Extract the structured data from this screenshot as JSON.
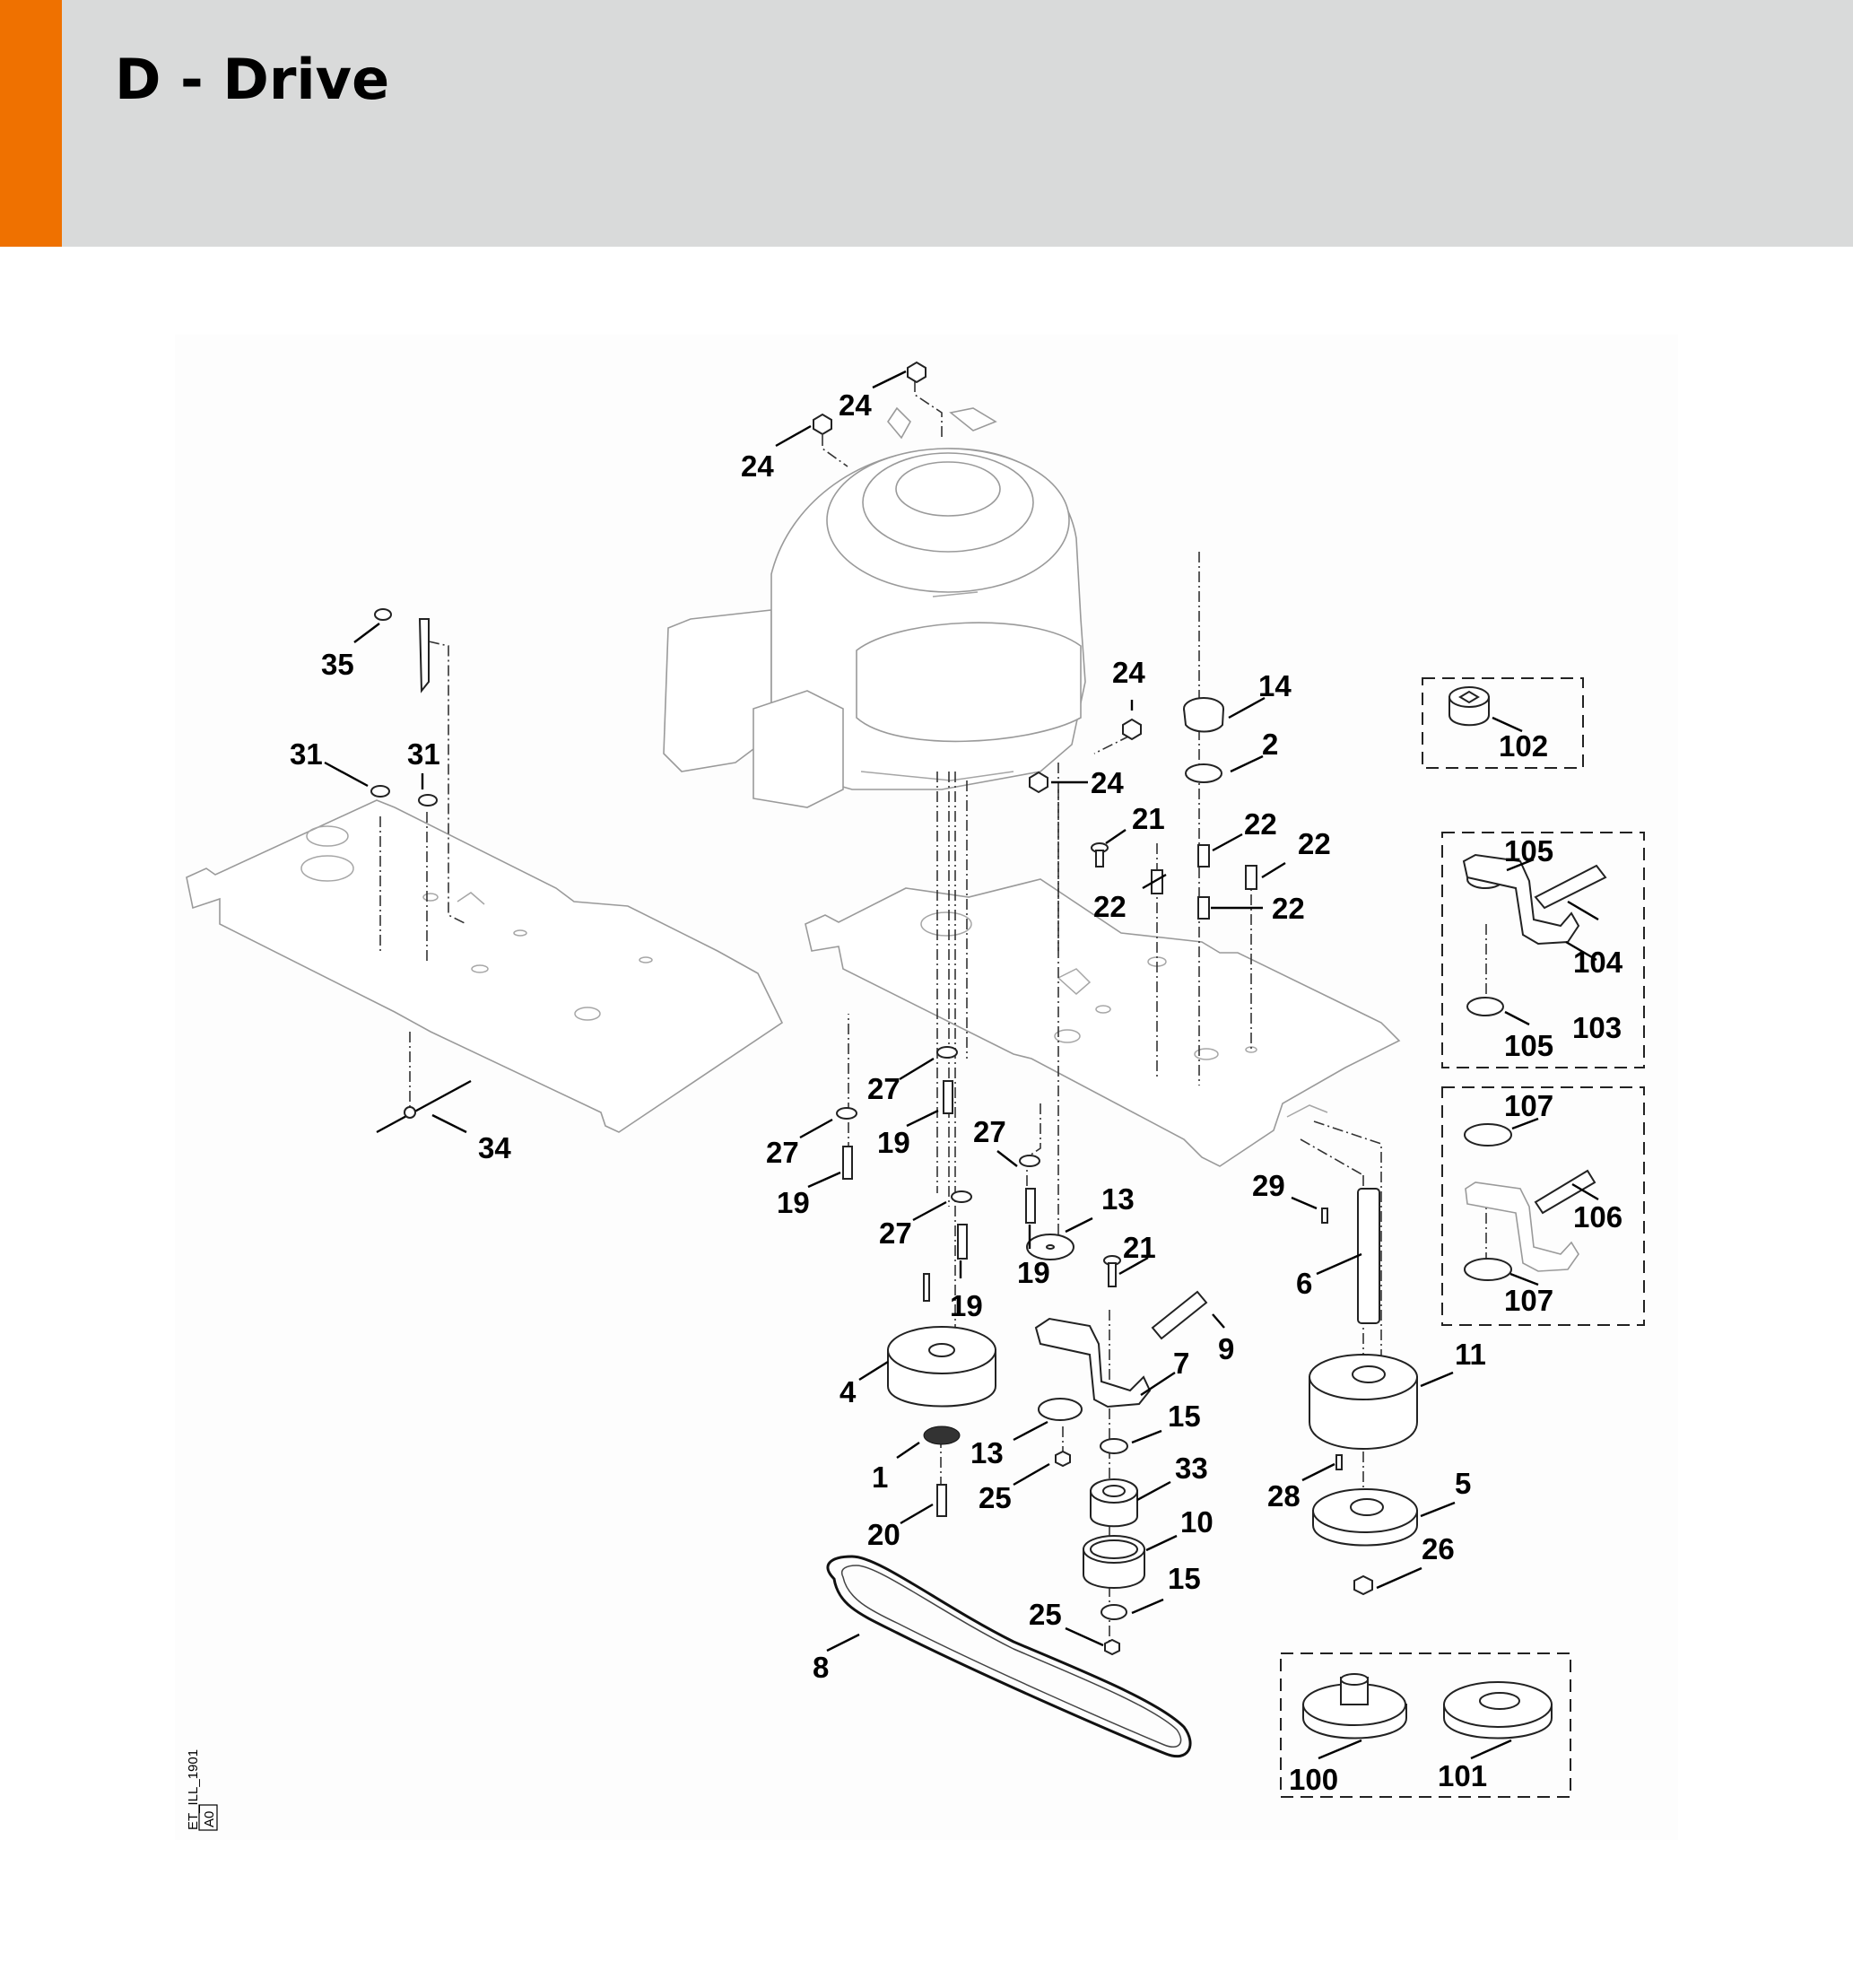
{
  "header": {
    "title": "D - Drive",
    "accent_color": "#ef7100",
    "background_color": "#d9dada"
  },
  "diagram": {
    "subject": "Drive assembly exploded view",
    "reference_code": "ET_ILL_1901",
    "revision": "A0",
    "callouts": [
      "24",
      "24",
      "24",
      "24",
      "35",
      "31",
      "31",
      "14",
      "2",
      "21",
      "22",
      "22",
      "22",
      "22",
      "102",
      "105",
      "104",
      "103",
      "105",
      "107",
      "106",
      "107",
      "27",
      "27",
      "19",
      "19",
      "27",
      "27",
      "19",
      "19",
      "13",
      "21",
      "9",
      "29",
      "6",
      "34",
      "4",
      "7",
      "15",
      "13",
      "1",
      "25",
      "33",
      "10",
      "15",
      "20",
      "25",
      "8",
      "11",
      "28",
      "5",
      "26",
      "100",
      "101"
    ],
    "groups": [
      {
        "name": "bushing-kit",
        "items": [
          "102"
        ]
      },
      {
        "name": "tensioner-kit-a",
        "items": [
          "105",
          "104",
          "103",
          "105"
        ]
      },
      {
        "name": "tensioner-kit-b",
        "items": [
          "107",
          "106",
          "107"
        ]
      },
      {
        "name": "pulley-options",
        "items": [
          "100",
          "101"
        ]
      }
    ]
  }
}
